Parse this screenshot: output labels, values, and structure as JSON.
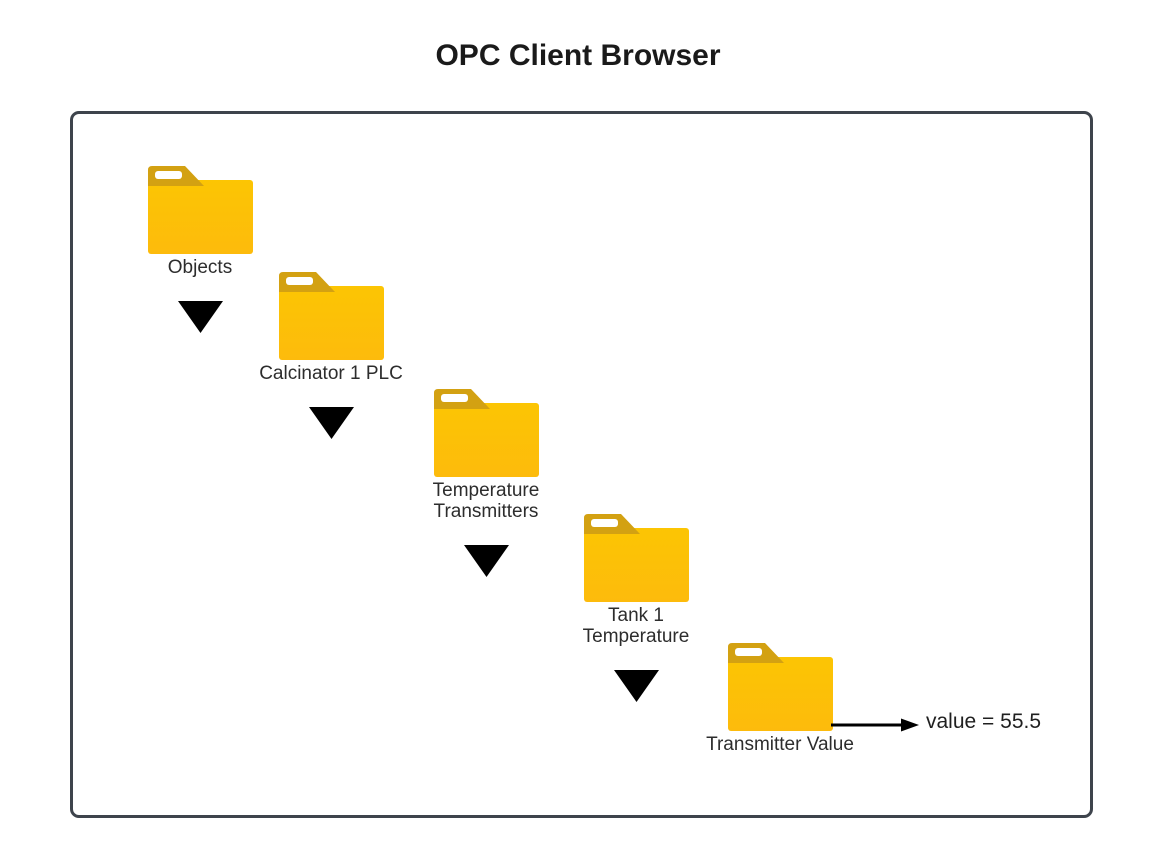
{
  "title": "OPC Client Browser",
  "colors": {
    "panel_border": "#3e444c",
    "folder_body_top": "#fcc503",
    "folder_body_bottom": "#fdbb0c",
    "folder_tab": "#d3a112",
    "expand_triangle": "#000000",
    "label_text": "#2d2d2d",
    "value_text": "#1f1f1f"
  },
  "icons": {
    "folder": "folder-icon",
    "expand": "expand-triangle-down-icon",
    "value_pointer": "arrow-right-icon"
  },
  "tree": {
    "nodes": [
      {
        "name": "Objects",
        "lines": [
          "Objects"
        ],
        "has_expander": true
      },
      {
        "name": "Calcinator 1 PLC",
        "lines": [
          "Calcinator 1 PLC"
        ],
        "has_expander": true
      },
      {
        "name": "Temperature Transmitters",
        "lines": [
          "Temperature",
          "Transmitters"
        ],
        "has_expander": true
      },
      {
        "name": "Tank 1 Temperature",
        "lines": [
          "Tank 1",
          "Temperature"
        ],
        "has_expander": true
      },
      {
        "name": "Transmitter Value",
        "lines": [
          "Transmitter Value"
        ],
        "has_expander": false
      }
    ],
    "value_annotation": "value = 55.5"
  }
}
